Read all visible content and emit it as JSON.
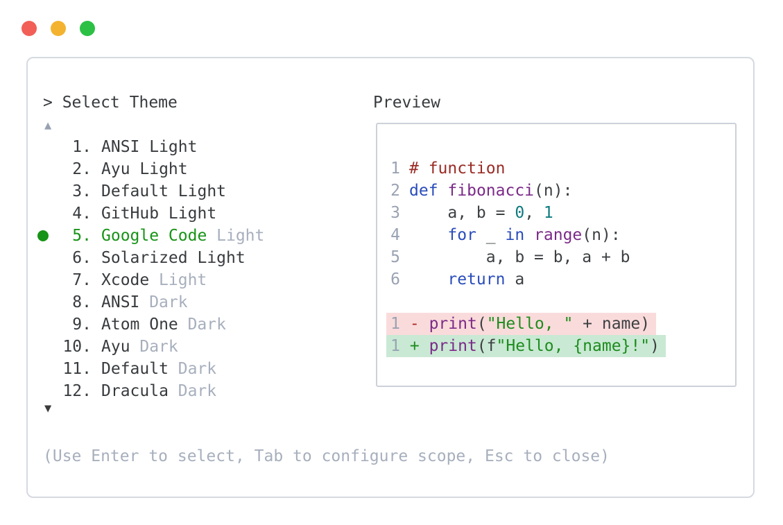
{
  "window": {
    "controls": [
      {
        "name": "close",
        "color_key": "traffic_red"
      },
      {
        "name": "minimize",
        "color_key": "traffic_yellow"
      },
      {
        "name": "zoom",
        "color_key": "traffic_green"
      }
    ]
  },
  "theme_selector": {
    "title": "> Select Theme",
    "scroll_up_indicator": "▲",
    "scroll_down_indicator": "▼",
    "items": [
      {
        "number": "1.",
        "name": "ANSI Light",
        "variant": "",
        "selected": false
      },
      {
        "number": "2.",
        "name": "Ayu Light",
        "variant": "",
        "selected": false
      },
      {
        "number": "3.",
        "name": "Default Light",
        "variant": "",
        "selected": false
      },
      {
        "number": "4.",
        "name": "GitHub Light",
        "variant": "",
        "selected": false
      },
      {
        "number": "5.",
        "name": "Google Code",
        "variant": "Light",
        "selected": true
      },
      {
        "number": "6.",
        "name": "Solarized Light",
        "variant": "",
        "selected": false
      },
      {
        "number": "7.",
        "name": "Xcode",
        "variant": "Light",
        "selected": false
      },
      {
        "number": "8.",
        "name": "ANSI",
        "variant": "Dark",
        "selected": false
      },
      {
        "number": "9.",
        "name": "Atom One",
        "variant": "Dark",
        "selected": false
      },
      {
        "number": "10.",
        "name": "Ayu",
        "variant": "Dark",
        "selected": false
      },
      {
        "number": "11.",
        "name": "Default",
        "variant": "Dark",
        "selected": false
      },
      {
        "number": "12.",
        "name": "Dracula",
        "variant": "Dark",
        "selected": false
      }
    ],
    "hint": "(Use Enter to select, Tab to configure scope, Esc to close)"
  },
  "preview": {
    "title": "Preview",
    "code_lines": [
      {
        "num": "1",
        "tokens": [
          [
            "# function",
            "com"
          ]
        ]
      },
      {
        "num": "2",
        "tokens": [
          [
            "def",
            "kwd"
          ],
          [
            " ",
            "pln"
          ],
          [
            "fibonacci",
            "typ"
          ],
          [
            "(n):",
            "pln"
          ]
        ]
      },
      {
        "num": "3",
        "tokens": [
          [
            "    a, b = ",
            "pln"
          ],
          [
            "0",
            "lit"
          ],
          [
            ", ",
            "pln"
          ],
          [
            "1",
            "lit"
          ]
        ]
      },
      {
        "num": "4",
        "tokens": [
          [
            "    ",
            "pln"
          ],
          [
            "for",
            "kwd"
          ],
          [
            " _ ",
            "pln"
          ],
          [
            "in",
            "kwd"
          ],
          [
            " ",
            "pln"
          ],
          [
            "range",
            "typ"
          ],
          [
            "(n):",
            "pln"
          ]
        ]
      },
      {
        "num": "5",
        "tokens": [
          [
            "        a, b = b, a + b",
            "pln"
          ]
        ]
      },
      {
        "num": "6",
        "tokens": [
          [
            "    ",
            "pln"
          ],
          [
            "return",
            "kwd"
          ],
          [
            " a",
            "pln"
          ]
        ]
      }
    ],
    "diff_lines": [
      {
        "num": "1",
        "sign": "-",
        "type": "removed",
        "tokens": [
          [
            "print",
            "typ"
          ],
          [
            "(",
            "pln"
          ],
          [
            "\"Hello, \"",
            "str"
          ],
          [
            " + name)",
            "pln"
          ]
        ]
      },
      {
        "num": "1",
        "sign": "+",
        "type": "added",
        "tokens": [
          [
            "print",
            "typ"
          ],
          [
            "(f",
            "pln"
          ],
          [
            "\"Hello, {name}!\"",
            "str"
          ],
          [
            ")",
            "pln"
          ]
        ]
      }
    ]
  },
  "colors": {
    "text_dark": "#383b3e",
    "muted": "#a7afbd",
    "lnum": "#99a2b2",
    "arrow_up": "#97a1b3",
    "arrow_down": "#3b3b3b",
    "selected_green": "#179317",
    "panel_border": "#d5d9e0",
    "preview_border": "#ccd1d9",
    "com": "#9a2b25",
    "kwd": "#2a4cbb",
    "typ": "#7b2a88",
    "lit": "#0e7a7e",
    "str": "#1e8c1e",
    "pln": "#3c3f42",
    "minus": "#b02a26",
    "plus": "#1e8c1e",
    "removed_bg": "#fadbdb",
    "added_bg": "#c9e9d4",
    "traffic_red": "#f15f57",
    "traffic_yellow": "#f3b32f",
    "traffic_green": "#2cc045"
  }
}
